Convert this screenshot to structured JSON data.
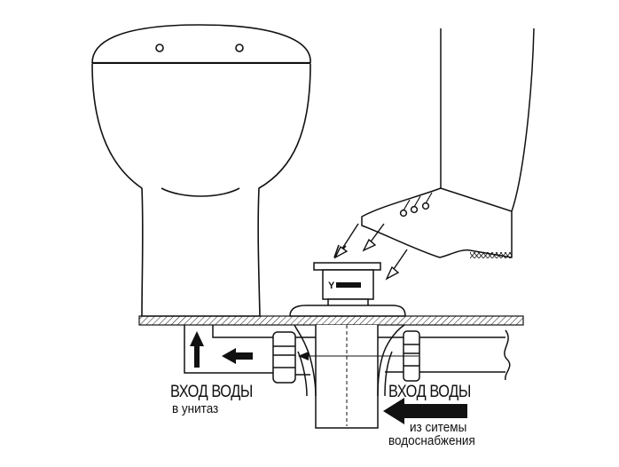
{
  "labels": {
    "toilet_inlet_title": "ВХОД ВОДЫ",
    "toilet_inlet_sub": "в унитаз",
    "supply_inlet_title": "ВХОД ВОДЫ",
    "supply_inlet_sub1": "из ситемы",
    "supply_inlet_sub2": "водоснабжения",
    "valve_brand": "Y"
  },
  "colors": {
    "line": "#111111",
    "fill": "#ffffff"
  }
}
